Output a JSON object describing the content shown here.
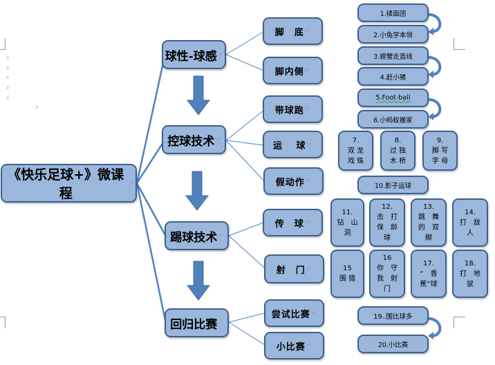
{
  "diagram": {
    "title": "《快乐足球+》微课程",
    "colors": {
      "box_fill": "#9bb7dc",
      "box_border": "#3e5f8c",
      "arrow": "#4f81bd",
      "line": "#4f81bd"
    },
    "stages": [
      {
        "label": "球性-球感",
        "skills": [
          "脚　底",
          "脚内侧"
        ]
      },
      {
        "label": "控球技术",
        "skills": [
          "带球跑",
          "运　 球",
          "假动作"
        ]
      },
      {
        "label": "踢球技术",
        "skills": [
          "传　球",
          "射　门"
        ]
      },
      {
        "label": "回归比赛",
        "skills": [
          "尝试比赛",
          "小比赛"
        ]
      }
    ],
    "games": [
      "1.揉面团",
      "2.小兔学本领",
      "3.螃蟹走直线",
      "4.赶小猪",
      "5.Foot-ball",
      "6.小蚂蚁搬家",
      "7.\n双 龙\n戏 珠",
      "8.\n过 独\n木 桥",
      "9.\n脚 写\n字 母",
      "10.影子运球",
      "11.\n钻　山\n洞",
      "12.\n击　打\n保　龄\n球",
      "13.\n跳　舞\n的　双\n脚",
      "14.\n打　敌\n人",
      "15\n围 猎",
      "16\n你　守\n我　射\n门",
      "17.\n“　香\n蕉”球",
      "18.\n打　地\n鼠"
    ],
    "games_final": [
      "19..围比球多",
      "20.小比赛"
    ],
    "return_mark": "↵"
  }
}
